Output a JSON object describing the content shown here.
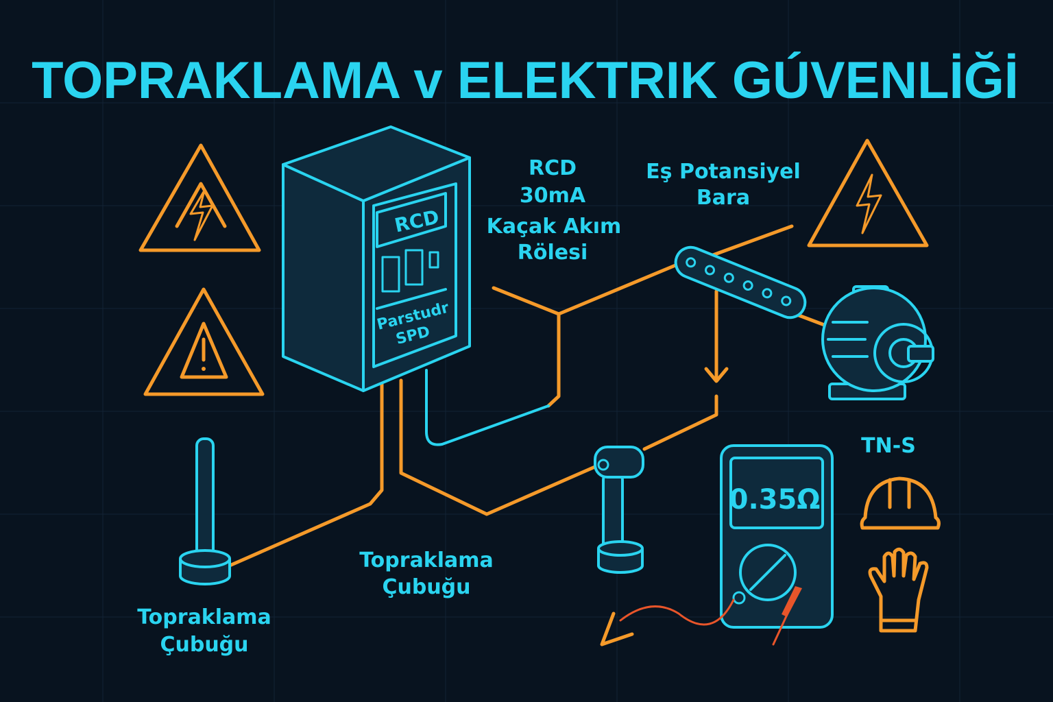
{
  "title": "TOPRAKLAMA v ELEKTRIK GÚVENLİĞİ",
  "labels": {
    "rcd_line1": "RCD",
    "rcd_line2": "30mA",
    "rcd_line3": "Kaçak Akım",
    "rcd_line4": "Rölesi",
    "bara_line1": "Eş Potansiyel",
    "bara_line2": "Bara",
    "tns": "TN-S",
    "rod_left_line1": "Topraklama",
    "rod_left_line2": "Çubuğu",
    "rod_center_line1": "Topraklama",
    "rod_center_line2": "Çubuğu"
  },
  "panel": {
    "rcd": "RCD",
    "line1": "Parstudr",
    "line2": "SPD"
  },
  "meter": {
    "reading": "0.35Ω"
  },
  "icons": [
    "high-voltage-warning-icon",
    "caution-warning-icon",
    "electric-motor-icon",
    "multimeter-icon",
    "safety-helmet-icon",
    "safety-glove-icon",
    "ground-rod-icon"
  ],
  "colors": {
    "background": "#08131f",
    "cyan": "#2ad4f0",
    "orange": "#f59a2a",
    "probe": "#e8552a"
  }
}
